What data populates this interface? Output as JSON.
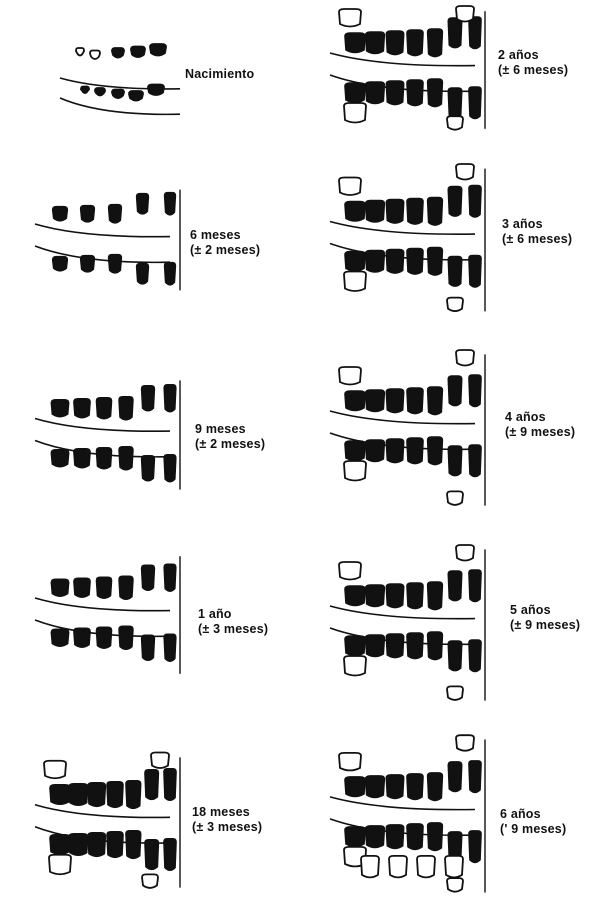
{
  "stages": [
    {
      "id": "nacimiento",
      "age": "Nacimiento",
      "range": ""
    },
    {
      "id": "6-meses",
      "age": "6 meses",
      "range": "(± 2 meses)"
    },
    {
      "id": "9-meses",
      "age": "9 meses",
      "range": "(± 2 meses)"
    },
    {
      "id": "1-ano",
      "age": "1 año",
      "range": "(± 3 meses)"
    },
    {
      "id": "18-meses",
      "age": "18 meses",
      "range": "(± 3 meses)"
    },
    {
      "id": "2-anos",
      "age": "2 años",
      "range": "(± 6 meses)"
    },
    {
      "id": "3-anos",
      "age": "3 años",
      "range": "(± 6 meses)"
    },
    {
      "id": "4-anos",
      "age": "4 años",
      "range": "(± 9 meses)"
    },
    {
      "id": "5-anos",
      "age": "5 años",
      "range": "(± 9 meses)"
    },
    {
      "id": "6-anos",
      "age": "6 años",
      "range": "(' 9 meses)"
    }
  ],
  "colors": {
    "tooth_fill": "#111111",
    "outline": "#111111",
    "background": "#ffffff"
  }
}
